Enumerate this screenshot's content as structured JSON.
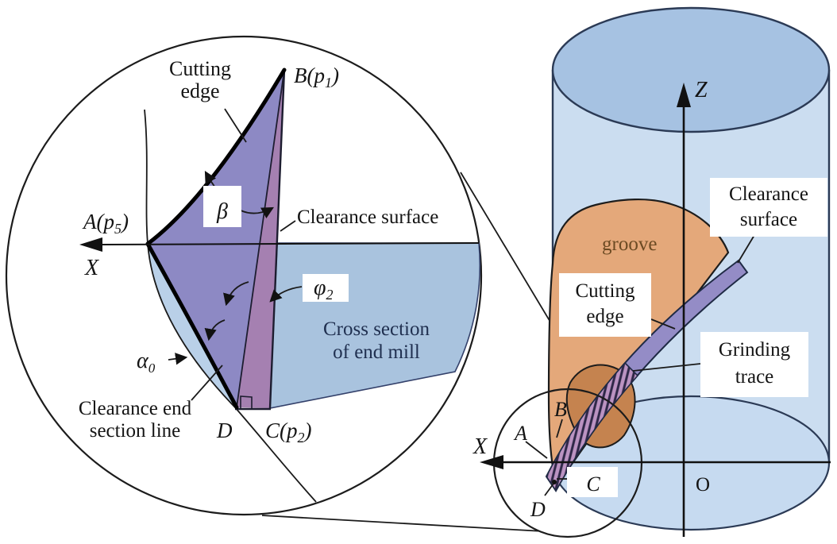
{
  "colors": {
    "region_purple": "#8d89c4",
    "strip_mauve": "#a580b1",
    "sliver_blue": "#b9d0e8",
    "cross_section_blue": "#a9c3de",
    "cylinder_body": "#cbddf0",
    "cylinder_top": "#a6c2e2",
    "cylinder_bottom": "#c6daf0",
    "groove_orange": "#e4a87a",
    "groove_dark": "#c5834f",
    "strip_right": "#948cc6",
    "hatch_bg": "#bb93c2",
    "hatch_line": "#2e2747",
    "outline_dark": "#2b3a55",
    "label_box": "#ffffff"
  },
  "detail_view": {
    "cutting_edge": {
      "line1": "Cutting",
      "line2": "edge"
    },
    "point_b": {
      "pre": "B(p",
      "sub": "1",
      "post": ")"
    },
    "point_a": {
      "pre": "A(p",
      "sub": "5",
      "post": ")"
    },
    "point_c": {
      "pre": "C(p",
      "sub": "2",
      "post": ")"
    },
    "point_d": "D",
    "axis_x": "X",
    "beta": "β",
    "phi": {
      "pre": "φ",
      "sub": "2"
    },
    "alpha": {
      "pre": "α",
      "sub": "0"
    },
    "clearance_surface": "Clearance surface",
    "cross_section": {
      "line1": "Cross section",
      "line2": "of end mill"
    },
    "clearance_end": {
      "line1": "Clearance end",
      "line2": "section line"
    }
  },
  "cylinder_view": {
    "axis_z": "Z",
    "axis_x": "X",
    "origin": "O",
    "groove": "groove",
    "clearance_surface": {
      "line1": "Clearance",
      "line2": "surface"
    },
    "cutting_edge": {
      "line1": "Cutting",
      "line2": "edge"
    },
    "grinding_trace": {
      "line1": "Grinding",
      "line2": "trace"
    },
    "point_a": "A",
    "point_b": "B",
    "point_c": "C",
    "point_d": "D"
  }
}
